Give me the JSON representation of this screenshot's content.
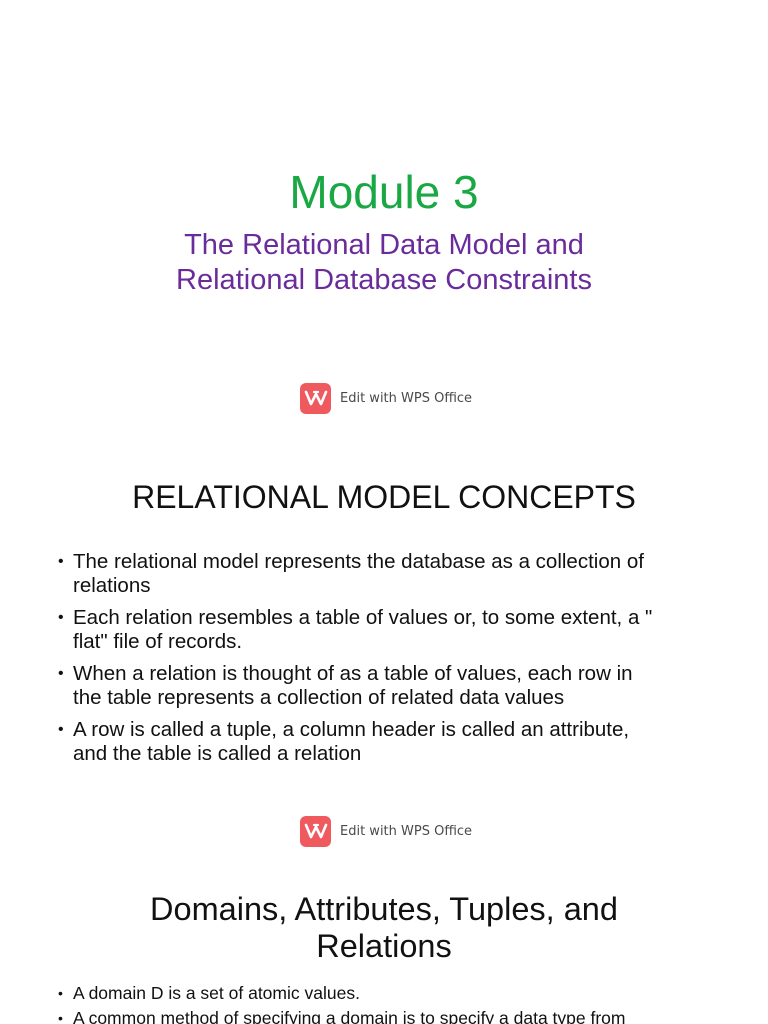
{
  "slide1": {
    "title": "Module 3",
    "subtitle_line1": "The Relational Data Model and",
    "subtitle_line2": "Relational Database Constraints"
  },
  "wps_badge": {
    "label": "Edit with WPS Office",
    "logo_glyph": "W",
    "icon": "wps-office-logo-icon",
    "color": "#ef5a5f"
  },
  "slide2": {
    "title": "RELATIONAL MODEL CONCEPTS",
    "bullets": [
      {
        "line1": "The relational model represents the database as a collection of",
        "line2": "relations"
      },
      {
        "line1": "Each relation resembles a table of values or, to some extent, a \"",
        "line2": "flat\" file of records."
      },
      {
        "line1": "When a relation is thought of as a table of values, each row in",
        "line2": "the table represents a collection of related data values"
      },
      {
        "line1": "A row is called a tuple, a column header is called an attribute,",
        "line2": "and the table is called a relation"
      }
    ]
  },
  "slide3": {
    "title_line1": "Domains, Attributes, Tuples, and",
    "title_line2": "Relations",
    "bullets": [
      "A domain D is a set of atomic values.",
      "A common method of specifying a domain is to specify a data type from"
    ]
  },
  "colors": {
    "title_green": "#1aa845",
    "subtitle_purple": "#6a2c9a",
    "text": "#111111"
  }
}
